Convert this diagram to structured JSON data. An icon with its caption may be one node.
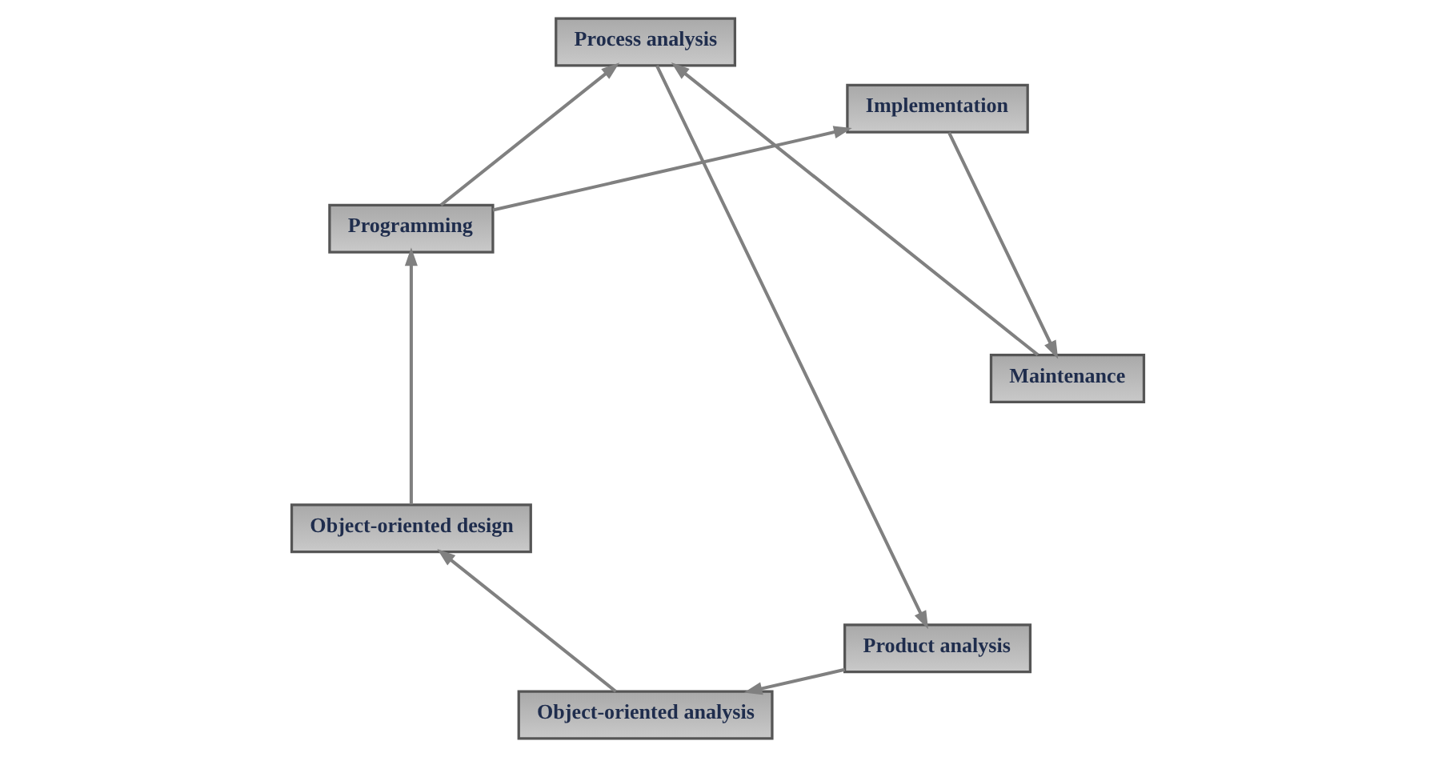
{
  "diagram": {
    "nodes": [
      {
        "text": [
          "Process analysis"
        ]
      },
      {
        "text": [
          "Product analysis"
        ]
      },
      {
        "text": [
          "Object-oriented analysis"
        ]
      },
      {
        "text": [
          "Object-oriented design"
        ]
      },
      {
        "text": [
          "Programming"
        ]
      },
      {
        "text": [
          "Implementation"
        ]
      },
      {
        "text": [
          "Maintenance"
        ]
      }
    ],
    "edges": [
      {
        "from": 0,
        "to": 1,
        "arrow": "to"
      },
      {
        "from": 1,
        "to": 2,
        "arrow": "to"
      },
      {
        "from": 2,
        "to": 3,
        "arrow": "to"
      },
      {
        "from": 3,
        "to": 4,
        "arrow": "to"
      },
      {
        "from": 4,
        "to": 0,
        "arrow": "to"
      },
      {
        "from": 4,
        "to": 5,
        "arrow": "to"
      },
      {
        "from": 5,
        "to": 6,
        "arrow": "to"
      },
      {
        "from": 6,
        "to": 0,
        "arrow": "to"
      }
    ]
  }
}
